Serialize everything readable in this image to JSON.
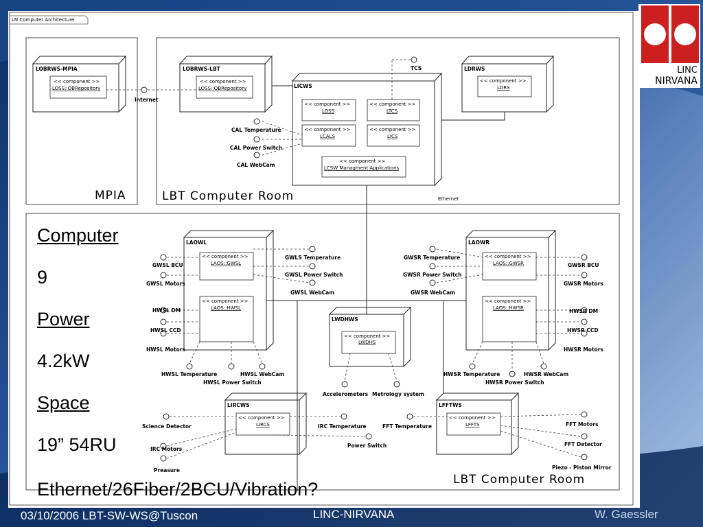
{
  "diagram": {
    "frame_title": "LN Computer Architecture",
    "rooms": {
      "mpia": "MPIA",
      "lbt_top": "LBT Computer Room",
      "lbt_bottom": "LBT Computer Room"
    },
    "stereotype": "<< component >>",
    "nodes": {
      "lobrws_mpia": "LOBRWS-MPIA",
      "lobrws_lbt": "LOBRWS-LBT",
      "licws": "LICWS",
      "ldrws": "LDRWS",
      "laowl": "LAOWL",
      "laowr": "LAOWR",
      "lwdhws": "LWDHWS",
      "lircws": "LIRCWS",
      "lfftws": "LFFTWS"
    },
    "components": {
      "loss_obrep_mpia": "LOSS::OBRepository",
      "loss_obrep_lbt": "LOSS::OBRepository",
      "loss": "LOSS",
      "ltcs": "LTCS",
      "lcals": "LCALS",
      "lics": "LICS",
      "lcsw": "LCSW Managment Applications",
      "ldrs": "LDRS",
      "laos_gwsl": "LAOS::GWSL",
      "laos_hwsl": "LAOS::HWSL",
      "laos_gwsr": "LAOS::GWSR",
      "laos_hwsr": "LAOS::HWSR",
      "lwdhs": "LWDHS",
      "lircs": "LIRCS",
      "lffts": "LFFTS"
    },
    "interfaces": {
      "internet": "Internet",
      "tcs": "TCS",
      "ethernet": "Ethernet",
      "cal_temperature": "CAL Temperature",
      "cal_power_switch": "CAL Power Switch",
      "cal_webcam": "CAL WebCam",
      "gwsl_bcu": "GWSL BCU",
      "gwsl_motors": "GWSL Motors",
      "hwsl_dm": "HWSL DM",
      "hwsl_ccd": "HWSL CCD",
      "hwsl_motors": "HWSL Motors",
      "gwls_temperature": "GWLS Temperature",
      "gwsl_power_switch": "GWSL Power Switch",
      "gwsl_webcam": "GWSL WebCam",
      "hwsl_temperature": "HWSL Temperature",
      "hwsl_webcam": "HWSL WebCam",
      "hwsl_power_switch": "HWSL Power Switch",
      "gwsr_temperature": "GWSR Temperature",
      "gwsr_power_switch": "GWSR Power Switch",
      "gwsr_webcam": "GWSR WebCam",
      "gwsr_bcu": "GWSR BCU",
      "gwsr_motors": "GWSR Motors",
      "hwsr_dm": "HWSR DM",
      "hwsr_ccd": "HWSR CCD",
      "hwsr_motors": "HWSR Motors",
      "hwsr_temperature": "HWSR Temperature",
      "hwsr_webcam": "HWSR WebCam",
      "hwsr_power_switch": "HWSR Power Switch",
      "accelerometers": "Accelerometers",
      "metrology_system": "Metrology system",
      "science_detector": "Science Detector",
      "irc_motors": "IRC Motors",
      "preasure": "Preasure",
      "irc_temperature": "IRC Temperature",
      "power_switch": "Power Switch",
      "fft_temperature": "FFT Temperature",
      "fft_motors": "FFT Motors",
      "fft_detector": "FFT Detector",
      "piezo_mirror": "Piezo - Piston Mirror"
    }
  },
  "specs": {
    "computer_label": "Computer",
    "computer_value": "9",
    "power_label": "Power ",
    "power_value": "4.2kW",
    "space_label": "Space",
    "space_value": "19” 54RU",
    "network": "Ethernet/26Fiber/2BCU/Vibration?"
  },
  "logo": {
    "line1": "LINC",
    "line2": "NIRVANA",
    "color": "#cc1f1f"
  },
  "footer": {
    "left": "03/10/2006 LBT-SW-WS@Tuscon",
    "center": "LINC-NIRVANA",
    "right": "W. Gaessler"
  }
}
